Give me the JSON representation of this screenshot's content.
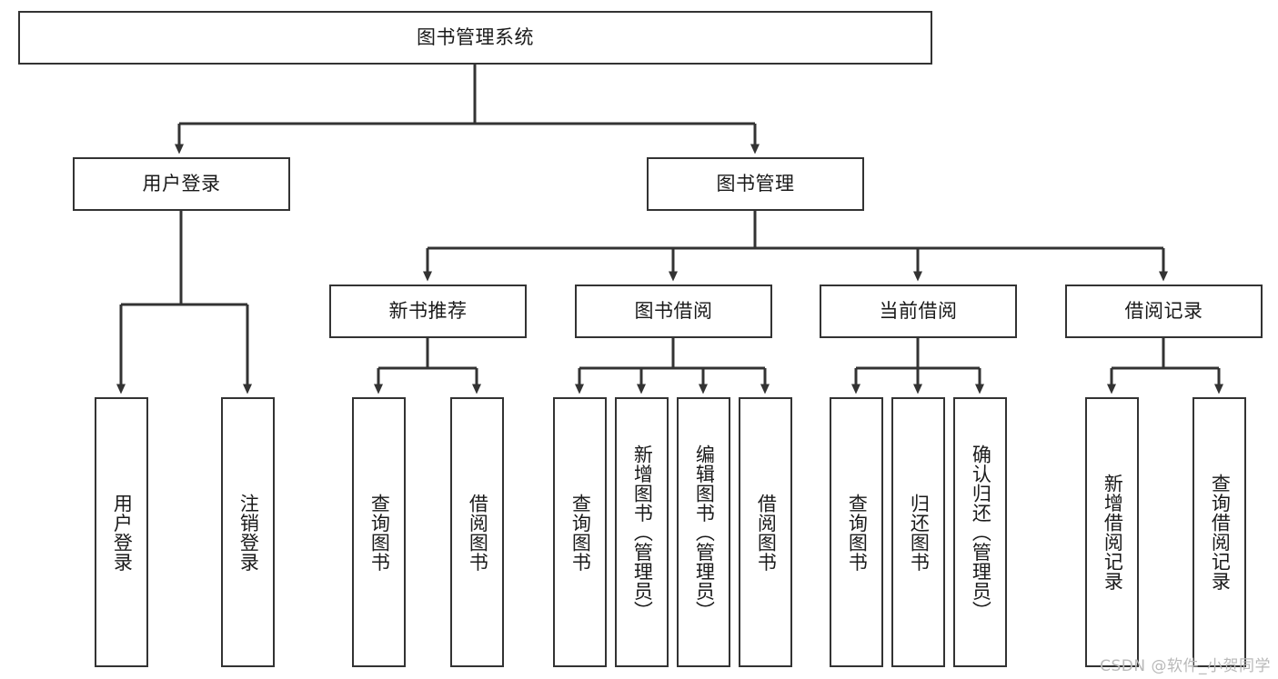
{
  "diagram": {
    "title": "图书管理系统",
    "type": "tree-hierarchy-chart",
    "watermark": "CSDN @软件_小贺同学",
    "colors": {
      "box_border": "#333333",
      "box_fill": "#ffffff",
      "connector": "#333333",
      "text": "#1a1a1a",
      "watermark": "#b9b9b9"
    },
    "nodes": {
      "root": {
        "label": "图书管理系统"
      },
      "level2": [
        {
          "id": "user-login",
          "label": "用户登录"
        },
        {
          "id": "book-manage",
          "label": "图书管理"
        }
      ],
      "level3": [
        {
          "id": "new-book-rec",
          "label": "新书推荐"
        },
        {
          "id": "book-borrow",
          "label": "图书借阅"
        },
        {
          "id": "current-borrow",
          "label": "当前借阅"
        },
        {
          "id": "borrow-record",
          "label": "借阅记录"
        }
      ],
      "leaves": {
        "user_login": [
          {
            "id": "leaf-user-login",
            "label": "用户登录"
          },
          {
            "id": "leaf-logout-login",
            "label": "注销登录"
          }
        ],
        "new_book_rec": [
          {
            "id": "leaf-query-book-1",
            "label": "查询图书"
          },
          {
            "id": "leaf-borrow-book-1",
            "label": "借阅图书"
          }
        ],
        "book_borrow": [
          {
            "id": "leaf-query-book-2",
            "label": "查询图书"
          },
          {
            "id": "leaf-add-book",
            "label": "新增图书（管理员）"
          },
          {
            "id": "leaf-edit-book",
            "label": "编辑图书（管理员）"
          },
          {
            "id": "leaf-borrow-book-2",
            "label": "借阅图书"
          }
        ],
        "current_borrow": [
          {
            "id": "leaf-query-book-3",
            "label": "查询图书"
          },
          {
            "id": "leaf-return-book",
            "label": "归还图书"
          },
          {
            "id": "leaf-confirm-return",
            "label": "确认归还（管理员）"
          }
        ],
        "borrow_record": [
          {
            "id": "leaf-add-record",
            "label": "新增借阅记录"
          },
          {
            "id": "leaf-query-record",
            "label": "查询借阅记录"
          }
        ]
      }
    }
  }
}
